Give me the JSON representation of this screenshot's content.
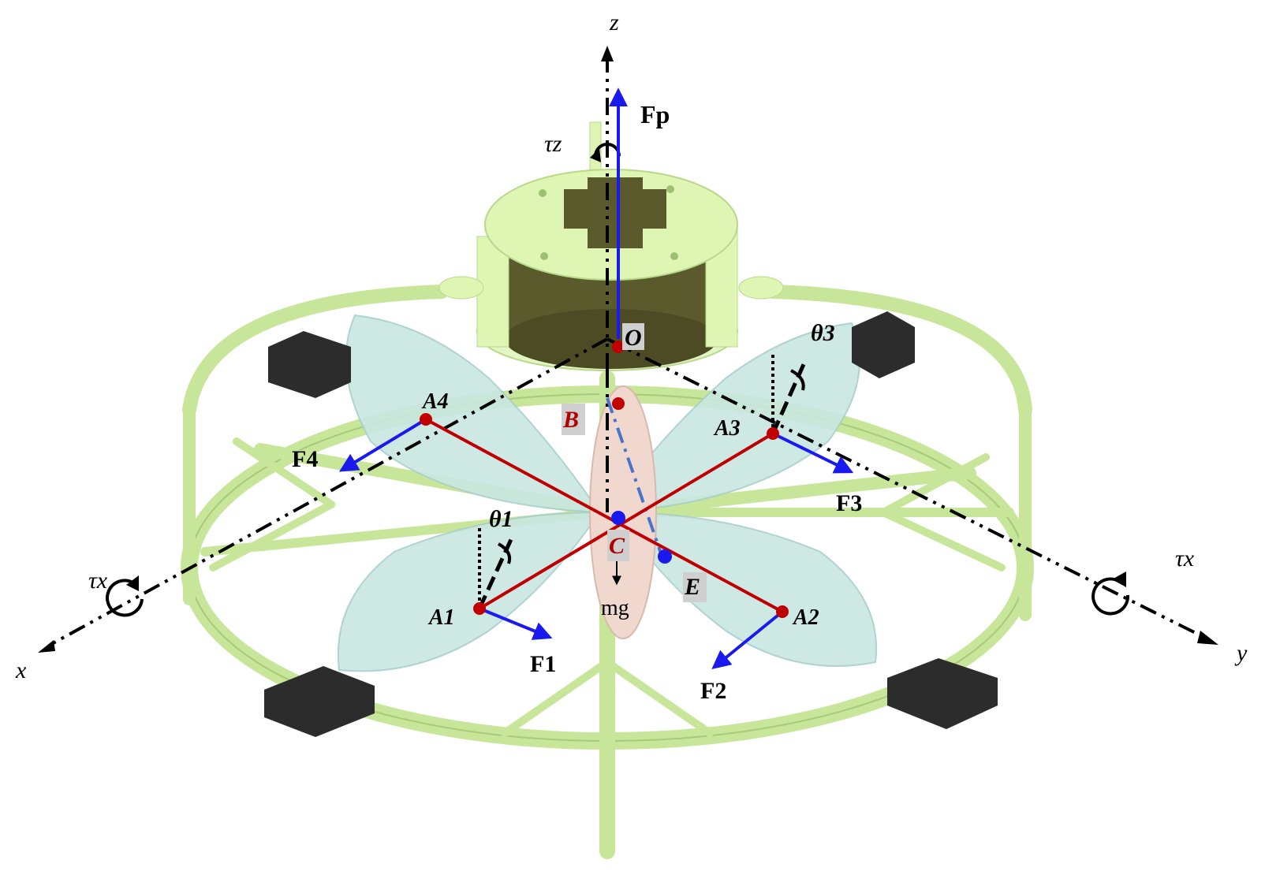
{
  "diagram": {
    "axes": {
      "x": "x",
      "y": "y",
      "z": "z"
    },
    "torques": {
      "tau_x_left": "τx",
      "tau_x_right": "τx",
      "tau_z": "τz"
    },
    "points": {
      "O": "O",
      "B": "B",
      "C": "C",
      "E": "E",
      "A1": "A1",
      "A2": "A2",
      "A3": "A3",
      "A4": "A4"
    },
    "forces": {
      "Fp": "Fp",
      "F1": "F1",
      "F2": "F2",
      "F3": "F3",
      "F4": "F4",
      "mg": "mg"
    },
    "angles": {
      "theta1": "θ1",
      "theta3": "θ3"
    },
    "colors": {
      "frame": "#dff5b4",
      "frame_stroke": "#b8d98a",
      "wing": "#c9e6e2",
      "motor": "#5b5a2c",
      "pad": "#2c2c2c",
      "arm_red": "#c00000",
      "force_blue": "#1a1aee",
      "axis_black": "#000000",
      "label_red": "#b00000",
      "label_bg": "#cfcfcf"
    }
  }
}
